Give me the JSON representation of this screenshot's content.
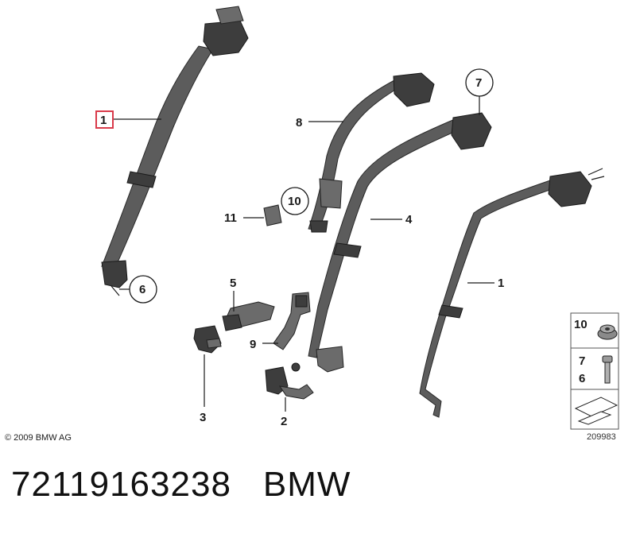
{
  "callouts": {
    "c1_boxed": "1",
    "c1": "1",
    "c2": "2",
    "c3": "3",
    "c4": "4",
    "c5": "5",
    "c6": "6",
    "c7": "7",
    "c8": "8",
    "c9": "9",
    "c10": "10",
    "c11": "11"
  },
  "legend": {
    "item_top": "10",
    "item_mid_a": "7",
    "item_mid_b": "6"
  },
  "copyright": "© 2009 BMW AG",
  "diagram_ref": "209983",
  "caption": {
    "part_number": "72119163238",
    "brand": "BMW"
  },
  "colors": {
    "highlight_box": "#d93a4a",
    "part_gray": "#5c5c5c"
  }
}
